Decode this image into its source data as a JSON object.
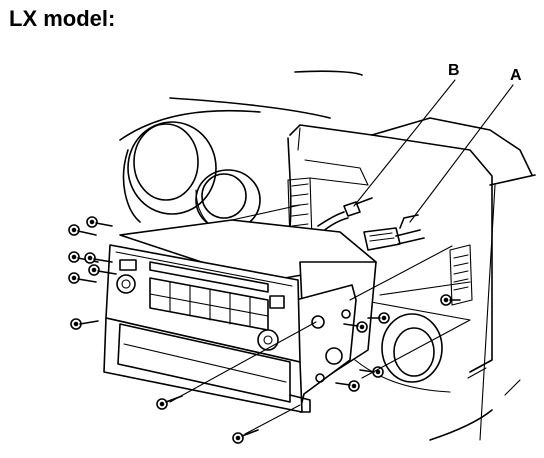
{
  "title": "LX model:",
  "callouts": [
    {
      "id": "A",
      "label": "A"
    },
    {
      "id": "B",
      "label": "B"
    }
  ]
}
